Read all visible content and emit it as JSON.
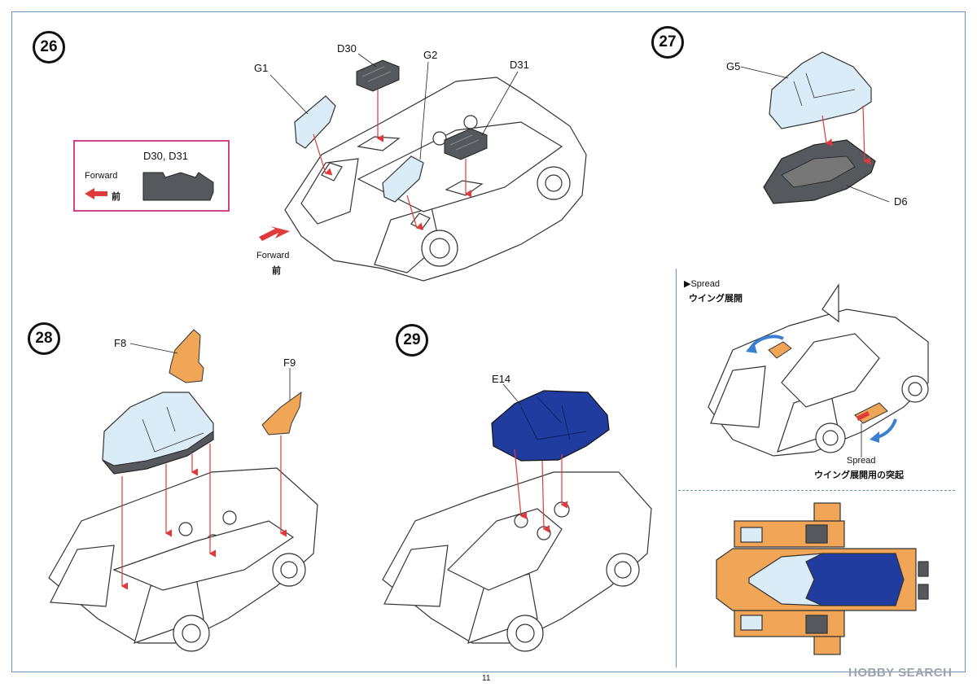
{
  "steps": [
    "26",
    "27",
    "28",
    "29"
  ],
  "step26": {
    "parts": {
      "g1": "G1",
      "d30": "D30",
      "g2": "G2",
      "d31": "D31"
    },
    "inset": {
      "title": "D30, D31",
      "forward": "Forward",
      "forward_jp": "前"
    },
    "forward": "Forward",
    "forward_jp": "前"
  },
  "step27": {
    "parts": {
      "g5": "G5",
      "d6": "D6"
    }
  },
  "step28": {
    "parts": {
      "f8": "F8",
      "f9": "F9"
    }
  },
  "step29": {
    "parts": {
      "e14": "E14"
    }
  },
  "spread_panel": {
    "title_en": "▶Spread",
    "title_jp": "ウイング展開",
    "note_en": "Spread",
    "note_jp": "ウイング展開用の突起"
  },
  "page_number": "11",
  "watermark": "HOBBY SEARCH",
  "colors": {
    "clear": "#d9ecf8",
    "gray": "#555a5e",
    "orange": "#f0a656",
    "blue": "#1f3c9e",
    "red": "#e03a3a",
    "arrowblue": "#3a7fd0",
    "frame": "#6b8fb5"
  }
}
